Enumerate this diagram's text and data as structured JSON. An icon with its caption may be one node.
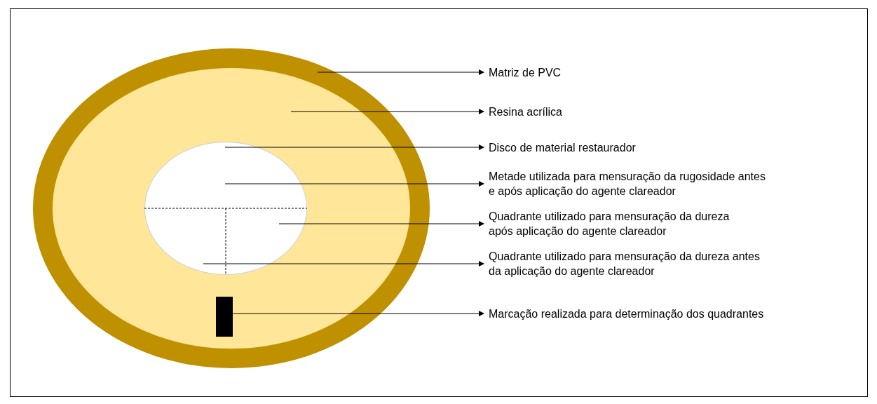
{
  "diagram": {
    "nodes": [
      {
        "text": [],
        "shape": "ellipse"
      },
      {
        "text": [],
        "shape": "ellipse",
        "in": 0
      },
      {
        "text": [],
        "shape": "circle",
        "in": 1
      },
      {
        "text": [],
        "shape": "bar",
        "in": 1
      },
      {
        "text": [
          "Matriz de PVC"
        ]
      },
      {
        "text": [
          "Resina acrílica"
        ]
      },
      {
        "text": [
          "Disco de material restaurador"
        ]
      },
      {
        "text": [
          "Metade utilizada para mensuração da rugosidade antes e após aplicação do agente clareador"
        ]
      },
      {
        "text": [
          "Quadrante utilizado para mensuração da dureza após aplicação do agente clareador"
        ]
      },
      {
        "text": [
          "Quadrante utilizado para mensuração da dureza antes da aplicação do agente clareador"
        ]
      },
      {
        "text": [
          "Marcação realizada para determinação dos quadrantes"
        ]
      }
    ],
    "edges": [
      {
        "from": 0,
        "to": 4,
        "arrow": "to"
      },
      {
        "from": 1,
        "to": 5,
        "arrow": "to"
      },
      {
        "from": 2,
        "to": 6,
        "arrow": "to"
      },
      {
        "from": 2,
        "to": 7,
        "arrow": "to"
      },
      {
        "from": 2,
        "to": 8,
        "arrow": "to"
      },
      {
        "from": 2,
        "to": 9,
        "arrow": "to"
      },
      {
        "from": 3,
        "to": 10,
        "arrow": "to"
      }
    ]
  }
}
